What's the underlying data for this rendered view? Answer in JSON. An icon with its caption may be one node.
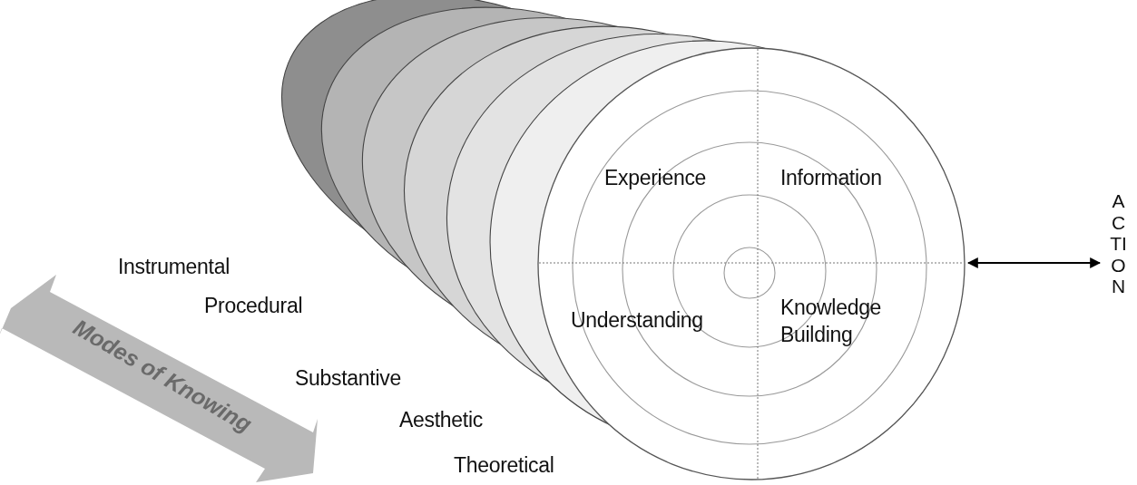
{
  "diagram": {
    "nodes": [
      {
        "text": [
          "Experience",
          "Information",
          "Understanding",
          "Knowledge Building"
        ]
      },
      {
        "text": [
          "ACTION"
        ]
      }
    ],
    "edges": [
      {
        "from": 0,
        "to": 1,
        "arrow": "both"
      }
    ],
    "labels": [
      "Instrumental",
      "Procedural",
      "Substantive",
      "Aesthetic",
      "Theoretical",
      "Modes of Knowing"
    ]
  }
}
